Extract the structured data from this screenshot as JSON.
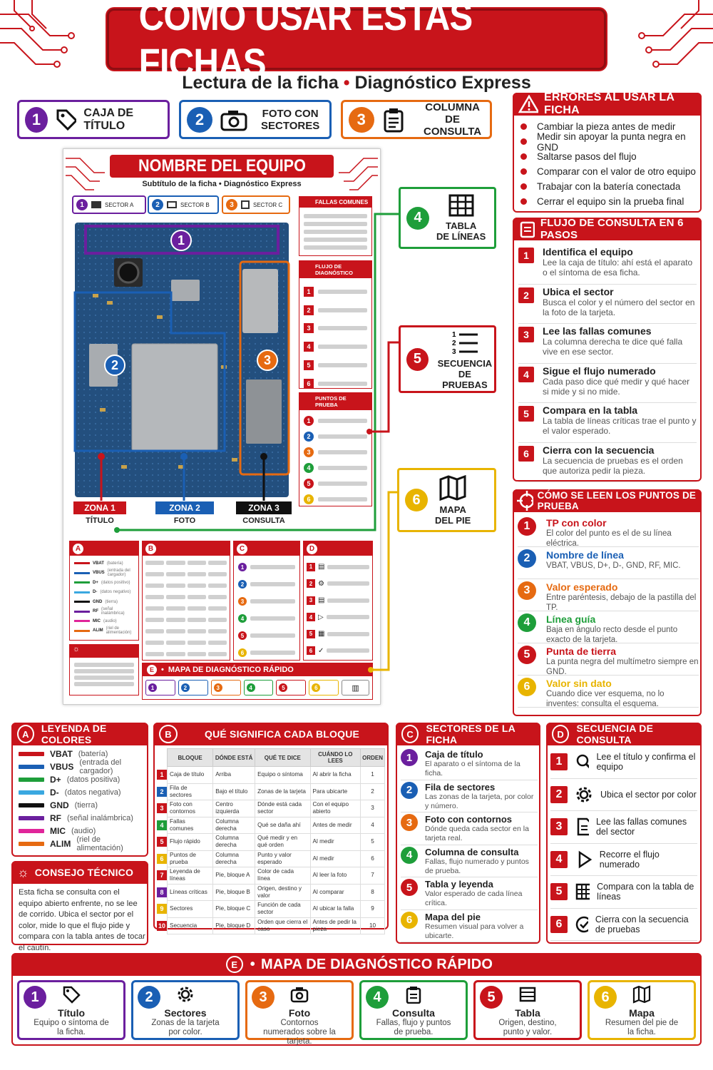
{
  "title": "CÓMO USAR ESTAS FICHAS",
  "subtitle": {
    "left": "Lectura de la ficha",
    "sep": "•",
    "right": "Diagnóstico Express"
  },
  "top_legend": [
    {
      "n": "1",
      "label": "CAJA DE TÍTULO",
      "color": "#6b1f9e"
    },
    {
      "n": "2",
      "label1": "FOTO CON",
      "label2": "SECTORES",
      "color": "#1a5fb4"
    },
    {
      "n": "3",
      "label1": "COLUMNA",
      "label2": "DE CONSULTA",
      "color": "#e66a11"
    }
  ],
  "errors": {
    "title": "ERRORES AL USAR LA FICHA",
    "items": [
      "Cambiar la pieza antes de medir",
      "Medir sin apoyar la punta negra en GND",
      "Saltarse pasos del flujo",
      "Comparar con el valor de otro equipo",
      "Trabajar con la batería conectada",
      "Cerrar el equipo sin la prueba final"
    ]
  },
  "flow": {
    "title": "FLUJO DE CONSULTA EN 6 PASOS",
    "items": [
      {
        "n": "1",
        "t": "Identifica el equipo",
        "d": "Lee la caja de título: ahí está el aparato o el síntoma de esa ficha."
      },
      {
        "n": "2",
        "t": "Ubica el sector",
        "d": "Busca el color y el número del sector en la foto de la tarjeta."
      },
      {
        "n": "3",
        "t": "Lee las fallas comunes",
        "d": "La columna derecha te dice qué falla vive en ese sector."
      },
      {
        "n": "4",
        "t": "Sigue el flujo numerado",
        "d": "Cada paso dice qué medir y qué hacer si mide y si no mide."
      },
      {
        "n": "5",
        "t": "Compara en la tabla",
        "d": "La tabla de líneas críticas trae el punto y el valor esperado."
      },
      {
        "n": "6",
        "t": "Cierra con la secuencia",
        "d": "La secuencia de pruebas es el orden que autoriza pedir la pieza."
      }
    ]
  },
  "points": {
    "title": "CÓMO SE LEEN LOS PUNTOS DE PRUEBA",
    "items": [
      {
        "n": "1",
        "t": "TP con color",
        "d": "El color del punto es el de su línea eléctrica.",
        "c": "#c8141b"
      },
      {
        "n": "2",
        "t": "Nombre de línea",
        "d": "VBAT, VBUS, D+, D-, GND, RF, MIC.",
        "c": "#1a5fb4"
      },
      {
        "n": "3",
        "t": "Valor esperado",
        "d": "Entre paréntesis, debajo de la pastilla del TP.",
        "c": "#e66a11"
      },
      {
        "n": "4",
        "t": "Línea guía",
        "d": "Baja en ángulo recto desde el punto exacto de la tarjeta.",
        "c": "#1e9e3a"
      },
      {
        "n": "5",
        "t": "Punta de tierra",
        "d": "La punta negra del multímetro siempre en GND.",
        "c": "#c8141b"
      },
      {
        "n": "6",
        "t": "Valor sin dato",
        "d": "Cuando dice ver esquema, no lo inventes: consulta el esquema.",
        "c": "#e8b400"
      }
    ]
  },
  "diagram": {
    "equip_title": "NOMBRE DEL EQUIPO",
    "sub": "Subtítulo de la ficha • Diagnóstico Express",
    "sectors": [
      "SECTOR A",
      "SECTOR B",
      "SECTOR C"
    ],
    "col_titles": [
      "FALLAS COMUNES",
      "FLUJO DE DIAGNÓSTICO",
      "PUNTOS DE PRUEBA"
    ],
    "zones": [
      {
        "z": "ZONA 1",
        "s": "TÍTULO"
      },
      {
        "z": "ZONA 2",
        "s": "FOTO"
      },
      {
        "z": "ZONA 3",
        "s": "CONSULTA"
      }
    ],
    "legend_lines": [
      {
        "n": "VBAT",
        "d": "(batería)",
        "c": "#c8141b"
      },
      {
        "n": "VBUS",
        "d": "(entrada del cargador)",
        "c": "#1a5fb4"
      },
      {
        "n": "D+",
        "d": "(datos positivo)",
        "c": "#1e9e3a"
      },
      {
        "n": "D-",
        "d": "(datos negativo)",
        "c": "#3aa8e0"
      },
      {
        "n": "GND",
        "d": "(tierra)",
        "c": "#111111"
      },
      {
        "n": "RF",
        "d": "(señal inalámbrica)",
        "c": "#6b1f9e"
      },
      {
        "n": "MIC",
        "d": "(audio)",
        "c": "#e0259a"
      },
      {
        "n": "ALIM",
        "d": "(riel de alimentación)",
        "c": "#e66a11"
      }
    ],
    "map_title": "MAPA DE DIAGNÓSTICO RÁPIDO",
    "letters": [
      "A",
      "B",
      "C",
      "D",
      "E"
    ]
  },
  "callouts": [
    {
      "n": "4",
      "l1": "TABLA",
      "l2": "DE LÍNEAS",
      "c": "#1e9e3a"
    },
    {
      "n": "5",
      "l1": "SECUENCIA",
      "l2": "DE PRUEBAS",
      "c": "#c8141b"
    },
    {
      "n": "6",
      "l1": "MAPA",
      "l2": "DEL PIE",
      "c": "#e8b400"
    }
  ],
  "sectionA": {
    "title": "LEYENDA DE COLORES",
    "items": [
      {
        "n": "VBAT",
        "d": "(batería)",
        "c": "#c8141b"
      },
      {
        "n": "VBUS",
        "d": "(entrada del cargador)",
        "c": "#1a5fb4"
      },
      {
        "n": "D+",
        "d": "(datos positiva)",
        "c": "#1e9e3a"
      },
      {
        "n": "D-",
        "d": "(datos negativa)",
        "c": "#3aa8e0"
      },
      {
        "n": "GND",
        "d": "(tierra)",
        "c": "#111111"
      },
      {
        "n": "RF",
        "d": "(señal inalámbrica)",
        "c": "#6b1f9e"
      },
      {
        "n": "MIC",
        "d": "(audio)",
        "c": "#e0259a"
      },
      {
        "n": "ALIM",
        "d": "(riel de alimentación)",
        "c": "#e66a11"
      }
    ]
  },
  "tip": {
    "title": "CONSEJO TÉCNICO",
    "text": "Esta ficha se consulta con el equipo abierto enfrente, no se lee de corrido. Ubica el sector por el color, mide lo que el flujo pide y compara con la tabla antes de tocar el cautín."
  },
  "sectionB": {
    "title": "QUÉ SIGNIFICA CADA BLOQUE",
    "headers": [
      "BLOQUE",
      "DÓNDE ESTÁ",
      "QUÉ TE DICE",
      "CUÁNDO LO LEES",
      "ORDEN"
    ],
    "rows": [
      [
        "1",
        "Caja de título",
        "Arriba",
        "Equipo o síntoma",
        "Al abrir la ficha",
        "1"
      ],
      [
        "2",
        "Fila de sectores",
        "Bajo el título",
        "Zonas de la tarjeta",
        "Para ubicarte",
        "2"
      ],
      [
        "3",
        "Foto con contornos",
        "Centro izquierda",
        "Dónde está cada sector",
        "Con el equipo abierto",
        "3"
      ],
      [
        "4",
        "Fallas comunes",
        "Columna derecha",
        "Qué se daña ahí",
        "Antes de medir",
        "4"
      ],
      [
        "5",
        "Flujo rápido",
        "Columna derecha",
        "Qué medir y en qué orden",
        "Al medir",
        "5"
      ],
      [
        "6",
        "Puntos de prueba",
        "Columna derecha",
        "Punto y valor esperado",
        "Al medir",
        "6"
      ],
      [
        "7",
        "Leyenda de líneas",
        "Pie, bloque A",
        "Color de cada línea",
        "Al leer la foto",
        "7"
      ],
      [
        "8",
        "Líneas críticas",
        "Pie, bloque B",
        "Origen, destino y valor",
        "Al comparar",
        "8"
      ],
      [
        "9",
        "Sectores",
        "Pie, bloque C",
        "Función de cada sector",
        "Al ubicar la falla",
        "9"
      ],
      [
        "10",
        "Secuencia",
        "Pie, bloque D",
        "Orden que cierra el caso",
        "Antes de pedir la pieza",
        "10"
      ]
    ]
  },
  "sectionC": {
    "title": "SECTORES DE LA FICHA",
    "items": [
      {
        "n": "1",
        "t": "Caja de título",
        "d": "El aparato o el síntoma de la ficha.",
        "c": "#6b1f9e"
      },
      {
        "n": "2",
        "t": "Fila de sectores",
        "d": "Las zonas de la tarjeta, por color y número.",
        "c": "#1a5fb4"
      },
      {
        "n": "3",
        "t": "Foto con contornos",
        "d": "Dónde queda cada sector en la tarjeta real.",
        "c": "#e66a11"
      },
      {
        "n": "4",
        "t": "Columna de consulta",
        "d": "Fallas, flujo numerado y puntos de prueba.",
        "c": "#1e9e3a"
      },
      {
        "n": "5",
        "t": "Tabla y leyenda",
        "d": "Valor esperado de cada línea crítica.",
        "c": "#c8141b"
      },
      {
        "n": "6",
        "t": "Mapa del pie",
        "d": "Resumen visual para volver a ubicarte.",
        "c": "#e8b400"
      }
    ]
  },
  "sectionD": {
    "title": "SECUENCIA DE CONSULTA",
    "items": [
      {
        "n": "1",
        "t": "Lee el título y confirma el equipo",
        "icon": "search-icon"
      },
      {
        "n": "2",
        "t": "Ubica el sector por color",
        "icon": "gear-icon"
      },
      {
        "n": "3",
        "t": "Lee las fallas comunes del sector",
        "icon": "document-icon"
      },
      {
        "n": "4",
        "t": "Recorre el flujo numerado",
        "icon": "play-icon"
      },
      {
        "n": "5",
        "t": "Compara con la tabla de líneas",
        "icon": "grid-icon"
      },
      {
        "n": "6",
        "t": "Cierra con la secuencia de pruebas",
        "icon": "check-icon"
      }
    ]
  },
  "sectionE": {
    "title": "MAPA DE DIAGNÓSTICO RÁPIDO",
    "items": [
      {
        "n": "1",
        "t": "Título",
        "d": "Equipo o síntoma de la ficha.",
        "c": "#6b1f9e",
        "icon": "tag-icon"
      },
      {
        "n": "2",
        "t": "Sectores",
        "d": "Zonas de la tarjeta por color.",
        "c": "#1a5fb4",
        "icon": "gear-icon"
      },
      {
        "n": "3",
        "t": "Foto",
        "d": "Contornos numerados sobre la tarjeta.",
        "c": "#e66a11",
        "icon": "camera-icon"
      },
      {
        "n": "4",
        "t": "Consulta",
        "d": "Fallas, flujo y puntos de prueba.",
        "c": "#1e9e3a",
        "icon": "clipboard-icon"
      },
      {
        "n": "5",
        "t": "Tabla",
        "d": "Origen, destino, punto y valor.",
        "c": "#c8141b",
        "icon": "table-icon"
      },
      {
        "n": "6",
        "t": "Mapa",
        "d": "Resumen del pie de la ficha.",
        "c": "#e8b400",
        "icon": "map-icon"
      }
    ]
  }
}
